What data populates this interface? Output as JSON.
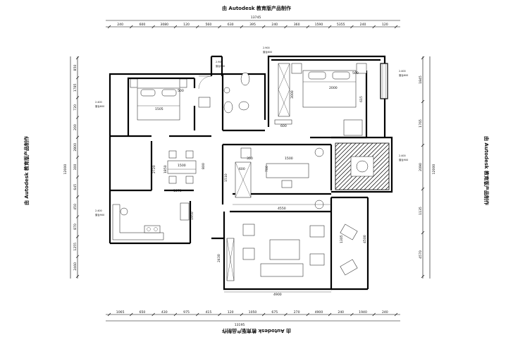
{
  "watermark": "由 Autodesk 教育版产品制作",
  "top_dims": {
    "total": "13745",
    "segments": [
      "240",
      "600",
      "3080",
      "120",
      "560",
      "630",
      "395",
      "240",
      "360",
      "1590",
      "5355",
      "240",
      "120"
    ]
  },
  "bottom_dims": {
    "total": "13195",
    "segments": [
      "1065",
      "650",
      "430",
      "975",
      "415",
      "120",
      "1050",
      "675",
      "270",
      "4900",
      "240",
      "1940",
      "240"
    ]
  },
  "left_dims": {
    "total": "12000",
    "segments": [
      "850",
      "1785",
      "720",
      "200",
      "2800",
      "300",
      "645",
      "450",
      "870",
      "1255",
      "2460"
    ]
  },
  "right_dims": {
    "total": "12000",
    "segments": [
      "1845",
      "1765",
      "2090",
      "1135",
      "4570"
    ]
  },
  "room_dims": {
    "master_bed_width": "2000",
    "master_bed_depth": "3000",
    "master_500": "500",
    "master_600": "600",
    "master_615": "615",
    "bed2_width": "1505",
    "bed2_500": "500",
    "dining_width": "1500",
    "dining_depth": "2720",
    "dining_1850": "1850",
    "dining_800": "800",
    "kitchen_1070": "1070",
    "kitchen_1950": "1950",
    "study_1500": "1500",
    "study_350": "350",
    "study_700": "700",
    "study_600": "600",
    "study_1510": "1510",
    "living_4550": "4550",
    "living_4900": "4900",
    "living_1305": "1305",
    "living_4500": "4500",
    "living_2430": "2430"
  },
  "elevation_tags": [
    {
      "text": "2.900",
      "sub": "窗台900"
    },
    {
      "text": "2.900",
      "sub": "窗台600"
    },
    {
      "text": "2.400",
      "sub": "窗台600"
    },
    {
      "text": "2.400",
      "sub": "窗台900"
    },
    {
      "text": "2.400",
      "sub": "窗台600"
    },
    {
      "text": "2.400",
      "sub": "窗台900"
    }
  ]
}
